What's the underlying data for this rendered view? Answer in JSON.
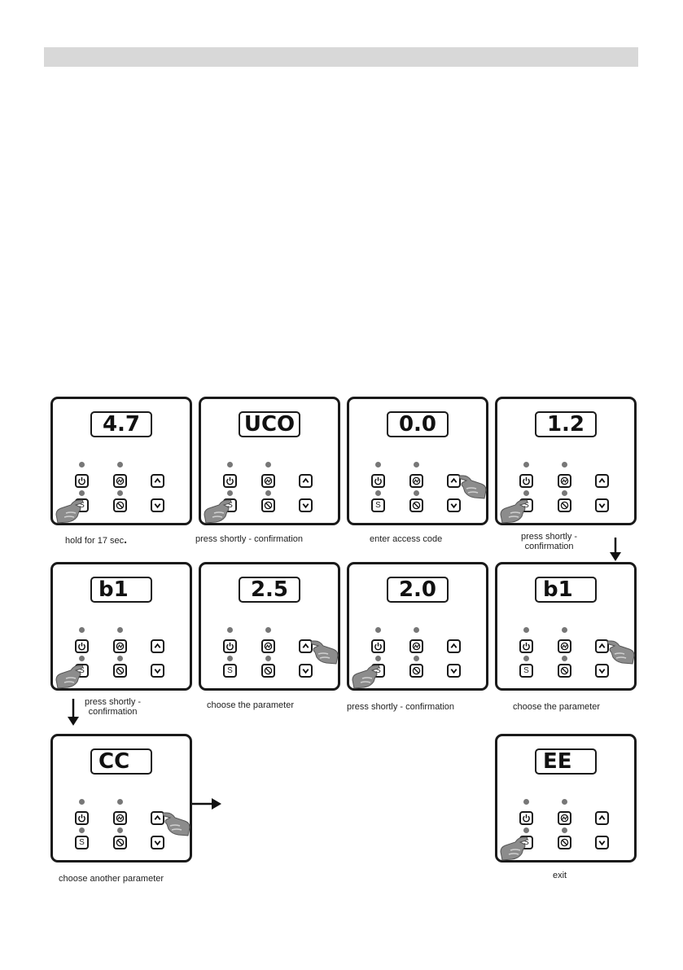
{
  "steps": [
    {
      "display": "4.7",
      "caption": "hold for 17 sec",
      "caption_suffix": ".",
      "hand_on": "s-button"
    },
    {
      "display": "UCO",
      "caption": "press shortly - confirmation",
      "hand_on": "s-button"
    },
    {
      "display": "0.0",
      "caption": "enter access code",
      "hand_on": "up-button"
    },
    {
      "display": "1.2",
      "caption_lines": [
        "press shortly -",
        "confirmation"
      ],
      "hand_on": "s-button"
    },
    {
      "display": "b1",
      "caption_lines": [
        "press shortly -",
        "confirmation"
      ],
      "hand_on": "s-button"
    },
    {
      "display": "2.5",
      "caption": "choose the parameter",
      "hand_on": "up-button"
    },
    {
      "display": "2.0",
      "caption": "press shortly - confirmation",
      "hand_on": "s-button"
    },
    {
      "display": "b1",
      "caption": "choose the parameter",
      "hand_on": "up-button"
    },
    {
      "display": "CC",
      "caption": "choose another parameter",
      "hand_on": "up-button"
    },
    {
      "display": "EE",
      "caption": "exit",
      "hand_on": "s-button"
    }
  ],
  "button_labels": {
    "set": "S"
  },
  "icons": [
    "power-icon",
    "defrost-icon",
    "up-arrow-icon",
    "set-icon",
    "stop-icon",
    "down-arrow-icon",
    "pointing-hand-icon",
    "flow-arrow-icon"
  ]
}
